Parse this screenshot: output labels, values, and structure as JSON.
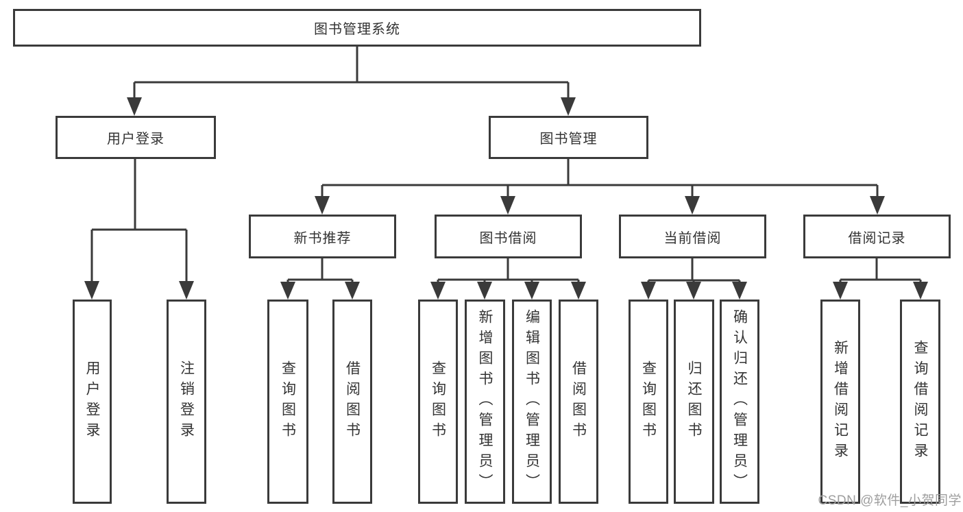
{
  "palette": {
    "line_color": "#3a3a3a",
    "box_border_color": "#3a3a3a",
    "text_color": "#333333",
    "background_color": "#ffffff",
    "watermark_color": "#9e9e9e"
  },
  "tree": {
    "root": {
      "label": "图书管理系统"
    },
    "branches": [
      {
        "label": "用户登录",
        "leaves": [
          {
            "label": "用户登录"
          },
          {
            "label": "注销登录"
          }
        ]
      },
      {
        "label": "图书管理",
        "groups": [
          {
            "label": "新书推荐",
            "leaves": [
              {
                "label": "查询图书"
              },
              {
                "label": "借阅图书"
              }
            ]
          },
          {
            "label": "图书借阅",
            "leaves": [
              {
                "label": "查询图书"
              },
              {
                "label": "新增图书（管理员）"
              },
              {
                "label": "编辑图书（管理员）"
              },
              {
                "label": "借阅图书"
              }
            ]
          },
          {
            "label": "当前借阅",
            "leaves": [
              {
                "label": "查询图书"
              },
              {
                "label": "归还图书"
              },
              {
                "label": "确认归还（管理员）"
              }
            ]
          },
          {
            "label": "借阅记录",
            "leaves": [
              {
                "label": "新增借阅记录"
              },
              {
                "label": "查询借阅记录"
              }
            ]
          }
        ]
      }
    ]
  },
  "watermark": {
    "text": "CSDN @软件_小贺同学"
  }
}
